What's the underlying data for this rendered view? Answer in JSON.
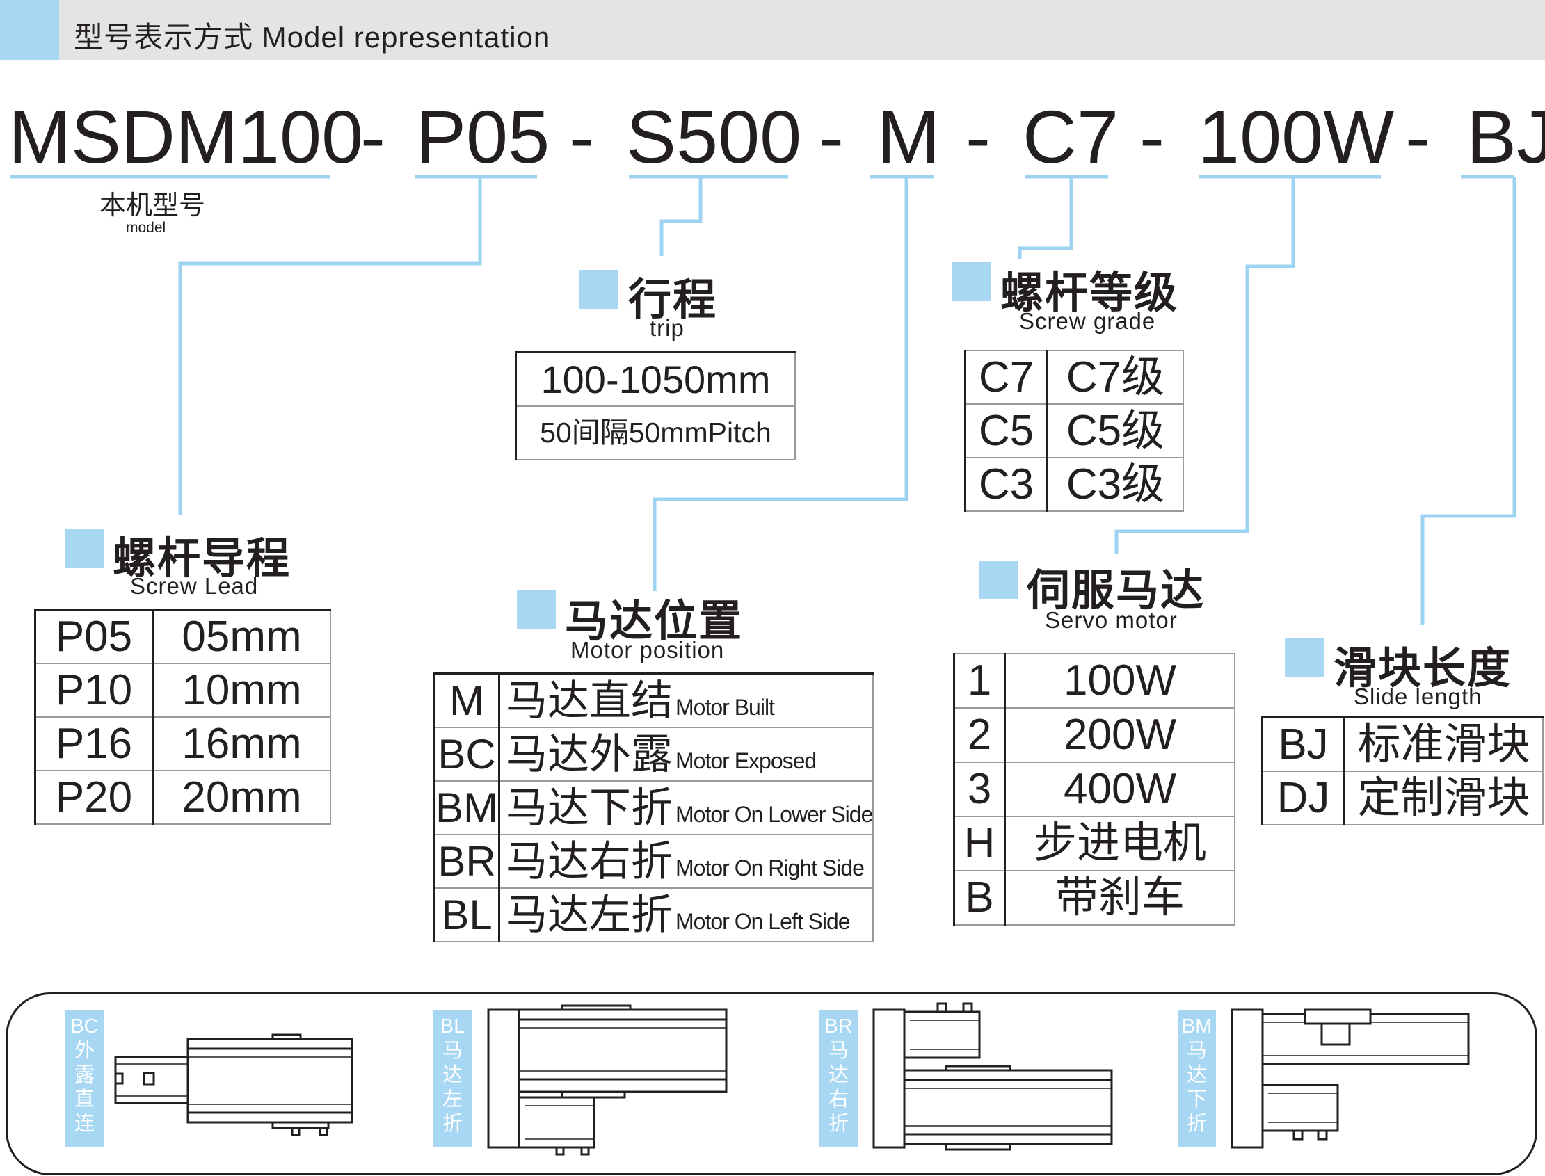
{
  "header": {
    "title": "型号表示方式  Model representation"
  },
  "model_code": {
    "segments": [
      "MSDM100",
      "P05",
      "S500",
      "M",
      "C7",
      "100W",
      "BJ"
    ],
    "separator": "-"
  },
  "model_label": {
    "zh": "本机型号",
    "en": "model"
  },
  "trip": {
    "title": "行程",
    "subtitle": "trip",
    "range": "100-1050mm",
    "pitch": "50间隔50mmPitch"
  },
  "screw_grade": {
    "title": "螺杆等级",
    "subtitle": "Screw grade",
    "rows": [
      {
        "code": "C7",
        "value": "C7级"
      },
      {
        "code": "C5",
        "value": "C5级"
      },
      {
        "code": "C3",
        "value": "C3级"
      }
    ]
  },
  "screw_lead": {
    "title": "螺杆导程",
    "subtitle": "Screw Lead",
    "rows": [
      {
        "code": "P05",
        "value": "05mm"
      },
      {
        "code": "P10",
        "value": "10mm"
      },
      {
        "code": "P16",
        "value": "16mm"
      },
      {
        "code": "P20",
        "value": "20mm"
      }
    ]
  },
  "motor_position": {
    "title": "马达位置",
    "subtitle": "Motor position",
    "rows": [
      {
        "code": "M",
        "zh": "马达直结",
        "en": "Motor Built"
      },
      {
        "code": "BC",
        "zh": "马达外露",
        "en": "Motor Exposed"
      },
      {
        "code": "BM",
        "zh": "马达下折",
        "en": "Motor On Lower Side"
      },
      {
        "code": "BR",
        "zh": "马达右折",
        "en": "Motor On Right Side"
      },
      {
        "code": "BL",
        "zh": "马达左折",
        "en": "Motor On Left Side"
      }
    ]
  },
  "servo_motor": {
    "title": "伺服马达",
    "subtitle": "Servo motor",
    "rows": [
      {
        "code": "1",
        "value": "100W"
      },
      {
        "code": "2",
        "value": "200W"
      },
      {
        "code": "3",
        "value": "400W"
      },
      {
        "code": "H",
        "value": "步进电机"
      },
      {
        "code": "B",
        "value": "带刹车"
      }
    ]
  },
  "slide_length": {
    "title": "滑块长度",
    "subtitle": "Slide length",
    "rows": [
      {
        "code": "BJ",
        "value": "标准滑块"
      },
      {
        "code": "DJ",
        "value": "定制滑块"
      }
    ]
  },
  "diagrams": [
    {
      "code": "BC",
      "label": [
        "外",
        "露",
        "直",
        "连"
      ]
    },
    {
      "code": "BL",
      "label": [
        "马",
        "达",
        "左",
        "折"
      ]
    },
    {
      "code": "BR",
      "label": [
        "马",
        "达",
        "右",
        "折"
      ]
    },
    {
      "code": "BM",
      "label": [
        "马",
        "达",
        "下",
        "折"
      ]
    }
  ],
  "colors": {
    "accent": "#a7d7f2",
    "header_bg": "#e4e4e4",
    "line": "#9dd3f0",
    "text": "#231f20"
  }
}
